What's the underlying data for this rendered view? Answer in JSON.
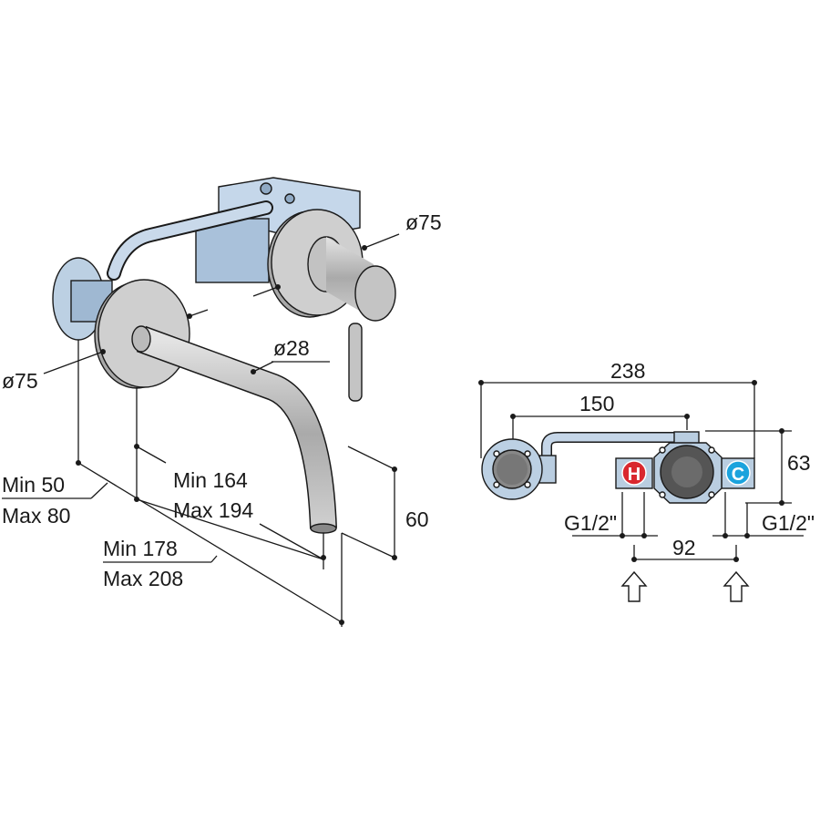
{
  "perspective_view": {
    "labels": {
      "mixer_escutcheon_diameter": "ø75",
      "spout_escutcheon_diameter": "ø75",
      "spout_diameter": "ø28",
      "depth_min_1": "Min 50",
      "depth_max_1": "Max 80",
      "depth_min_2": "Min 164",
      "depth_max_2": "Max 194",
      "depth_min_3": "Min 178",
      "depth_max_3": "Max 208",
      "spout_height": "60"
    }
  },
  "body_view": {
    "labels": {
      "overall_width": "238",
      "center_distance": "150",
      "height": "63",
      "hot_connection": "G1/2\"",
      "cold_connection": "G1/2\"",
      "inlet_spacing": "92",
      "hot_marker": "H",
      "cold_marker": "C"
    },
    "colors": {
      "hot": "#d9272e",
      "cold": "#1ba3dd",
      "body": "#b9cde0",
      "chrome": "#c6c6c6"
    }
  }
}
